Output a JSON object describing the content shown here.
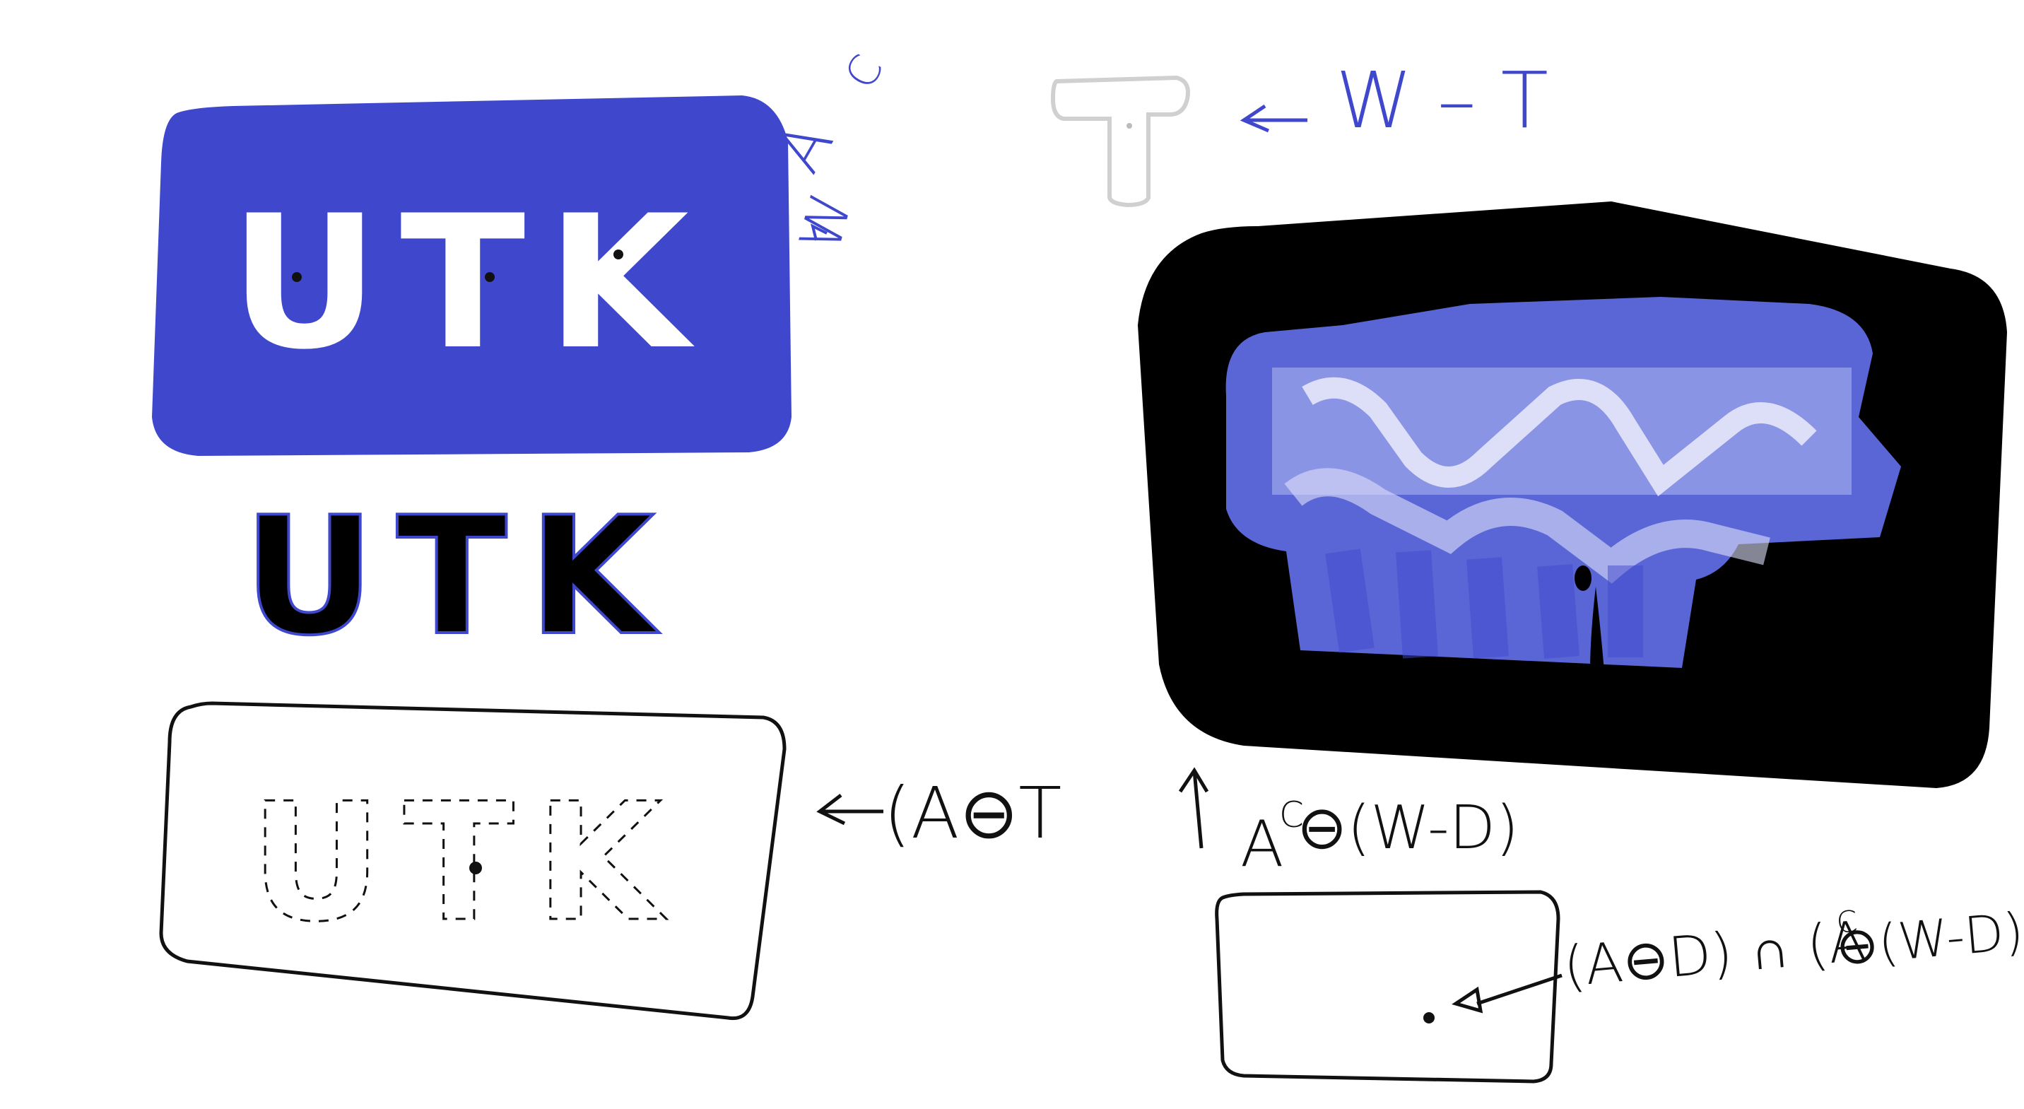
{
  "logos": {
    "filled": "UTK",
    "outlined": "UTK",
    "dashed": "UTK"
  },
  "annotations": {
    "complement": "A",
    "complement_sup": "C",
    "window": "W",
    "w_minus_t": "W – T",
    "erosion_t": "(A⊖T",
    "hit_or_miss_part": "A",
    "hit_or_miss_sup": "C",
    "hit_or_miss_rest": "⊖(W-D)",
    "intersection": "(A⊖D) ∩ (A",
    "intersection_sup": "C",
    "intersection_rest": "⊖(W-D))"
  },
  "colors": {
    "blue": "#3f48cc",
    "black": "#000000",
    "grey": "#d0d0d0",
    "white": "#ffffff"
  }
}
